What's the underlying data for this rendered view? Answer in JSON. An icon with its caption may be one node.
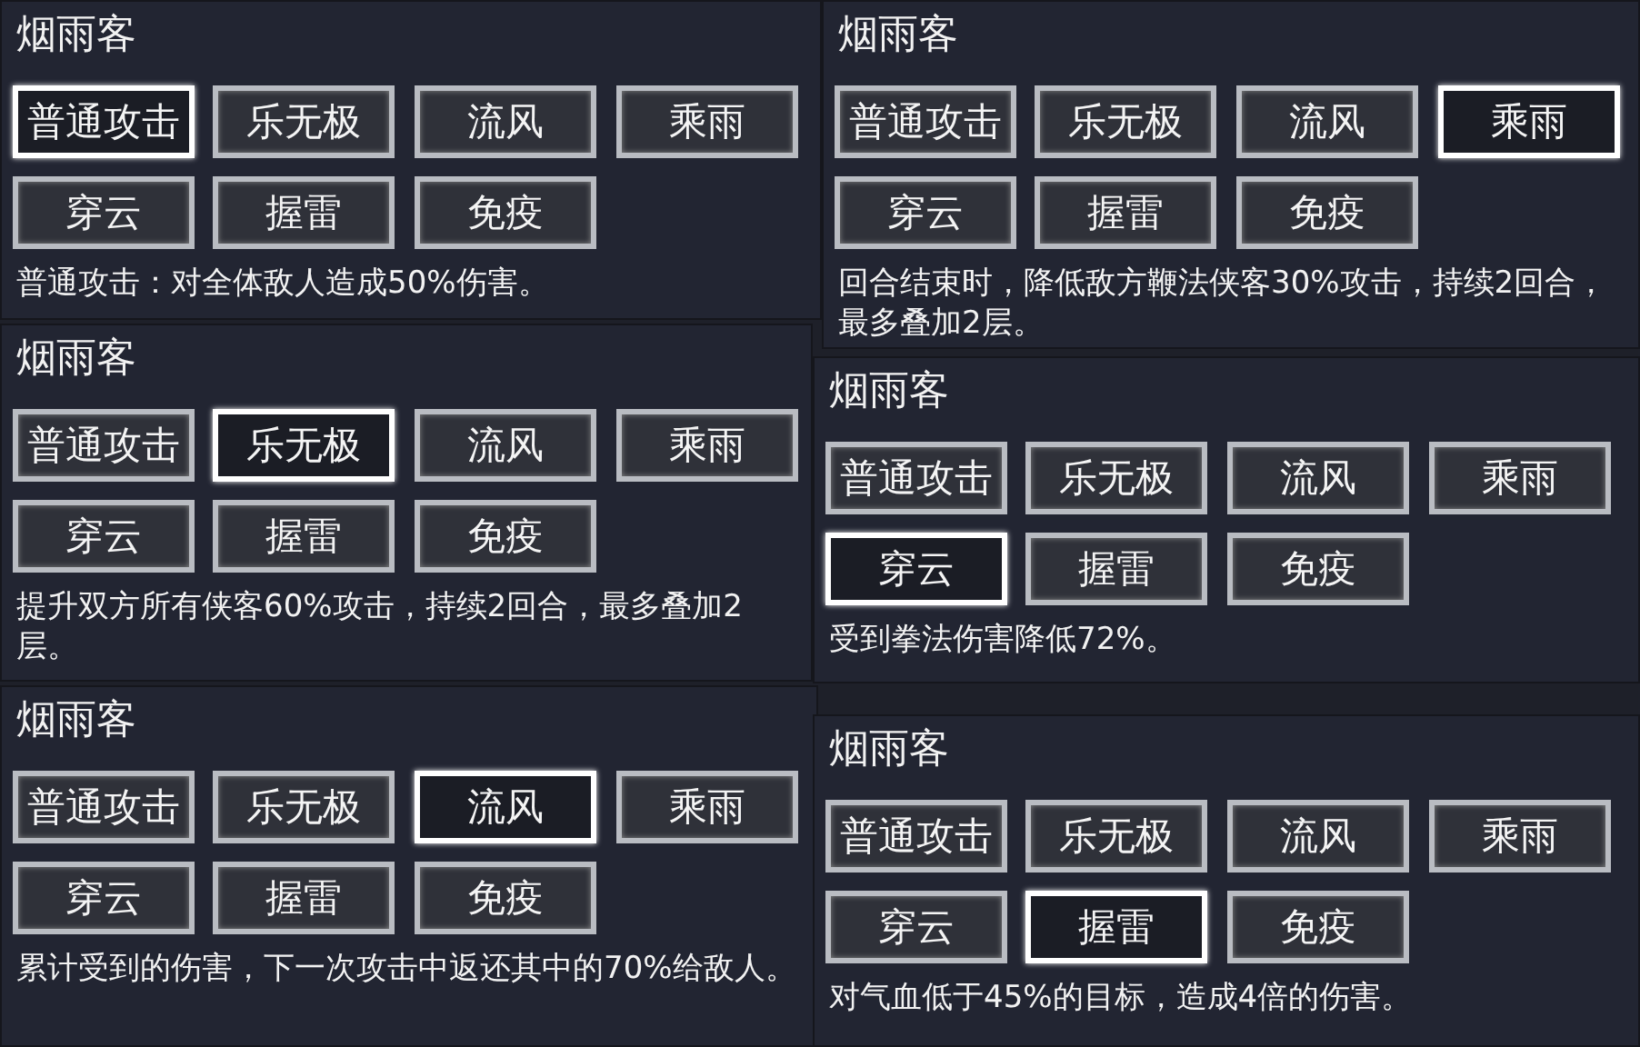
{
  "diagram": {
    "nodes": [
      {
        "text": [
          "烟雨客",
          "普通攻击：对全体敌人造成50%伤害。"
        ]
      },
      {
        "text": [
          "普通攻击"
        ],
        "in": 0
      },
      {
        "text": [
          "乐无极"
        ],
        "in": 0
      },
      {
        "text": [
          "流风"
        ],
        "in": 0
      },
      {
        "text": [
          "乘雨"
        ],
        "in": 0
      },
      {
        "text": [
          "穿云"
        ],
        "in": 0
      },
      {
        "text": [
          "握雷"
        ],
        "in": 0
      },
      {
        "text": [
          "免疫"
        ],
        "in": 0
      },
      {
        "text": [
          "烟雨客",
          "回合结束时，降低敌方鞭法侠客30%攻击，持续2回合，最多叠加2层。"
        ]
      },
      {
        "text": [
          "普通攻击"
        ],
        "in": 8
      },
      {
        "text": [
          "乐无极"
        ],
        "in": 8
      },
      {
        "text": [
          "流风"
        ],
        "in": 8
      },
      {
        "text": [
          "乘雨"
        ],
        "in": 8
      },
      {
        "text": [
          "穿云"
        ],
        "in": 8
      },
      {
        "text": [
          "握雷"
        ],
        "in": 8
      },
      {
        "text": [
          "免疫"
        ],
        "in": 8
      },
      {
        "text": [
          "烟雨客",
          "提升双方所有侠客60%攻击，持续2回合，最多叠加2层。"
        ]
      },
      {
        "text": [
          "普通攻击"
        ],
        "in": 16
      },
      {
        "text": [
          "乐无极"
        ],
        "in": 16
      },
      {
        "text": [
          "流风"
        ],
        "in": 16
      },
      {
        "text": [
          "乘雨"
        ],
        "in": 16
      },
      {
        "text": [
          "穿云"
        ],
        "in": 16
      },
      {
        "text": [
          "握雷"
        ],
        "in": 16
      },
      {
        "text": [
          "免疫"
        ],
        "in": 16
      },
      {
        "text": [
          "烟雨客",
          "受到拳法伤害降低72%。"
        ]
      },
      {
        "text": [
          "普通攻击"
        ],
        "in": 24
      },
      {
        "text": [
          "乐无极"
        ],
        "in": 24
      },
      {
        "text": [
          "流风"
        ],
        "in": 24
      },
      {
        "text": [
          "乘雨"
        ],
        "in": 24
      },
      {
        "text": [
          "穿云"
        ],
        "in": 24
      },
      {
        "text": [
          "握雷"
        ],
        "in": 24
      },
      {
        "text": [
          "免疫"
        ],
        "in": 24
      },
      {
        "text": [
          "烟雨客",
          "累计受到的伤害，下一次攻击中返还其中的70%给敌人。"
        ]
      },
      {
        "text": [
          "普通攻击"
        ],
        "in": 32
      },
      {
        "text": [
          "乐无极"
        ],
        "in": 32
      },
      {
        "text": [
          "流风"
        ],
        "in": 32
      },
      {
        "text": [
          "乘雨"
        ],
        "in": 32
      },
      {
        "text": [
          "穿云"
        ],
        "in": 32
      },
      {
        "text": [
          "握雷"
        ],
        "in": 32
      },
      {
        "text": [
          "免疫"
        ],
        "in": 32
      },
      {
        "text": [
          "烟雨客",
          "对气血低于45%的目标，造成4倍的伤害。"
        ]
      },
      {
        "text": [
          "普通攻击"
        ],
        "in": 40
      },
      {
        "text": [
          "乐无极"
        ],
        "in": 40
      },
      {
        "text": [
          "流风"
        ],
        "in": 40
      },
      {
        "text": [
          "乘雨"
        ],
        "in": 40
      },
      {
        "text": [
          "穿云"
        ],
        "in": 40
      },
      {
        "text": [
          "握雷"
        ],
        "in": 40
      },
      {
        "text": [
          "免疫"
        ],
        "in": 40
      }
    ]
  }
}
